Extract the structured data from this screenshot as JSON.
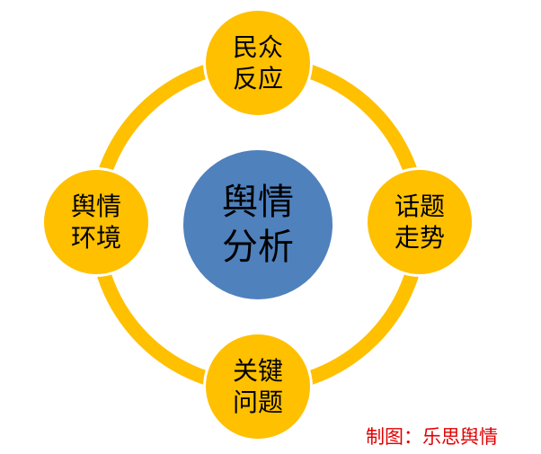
{
  "center": {
    "line1": "舆情",
    "line2": "分析"
  },
  "nodes": [
    {
      "line1": "民众",
      "line2": "反应"
    },
    {
      "line1": "话题",
      "line2": "走势"
    },
    {
      "line1": "关键",
      "line2": "问题"
    },
    {
      "line1": "舆情",
      "line2": "环境"
    }
  ],
  "credit": "制图：乐思舆情",
  "colors": {
    "ring": "#FFC000",
    "center": "#4F81BD",
    "credit": "#E00000"
  }
}
